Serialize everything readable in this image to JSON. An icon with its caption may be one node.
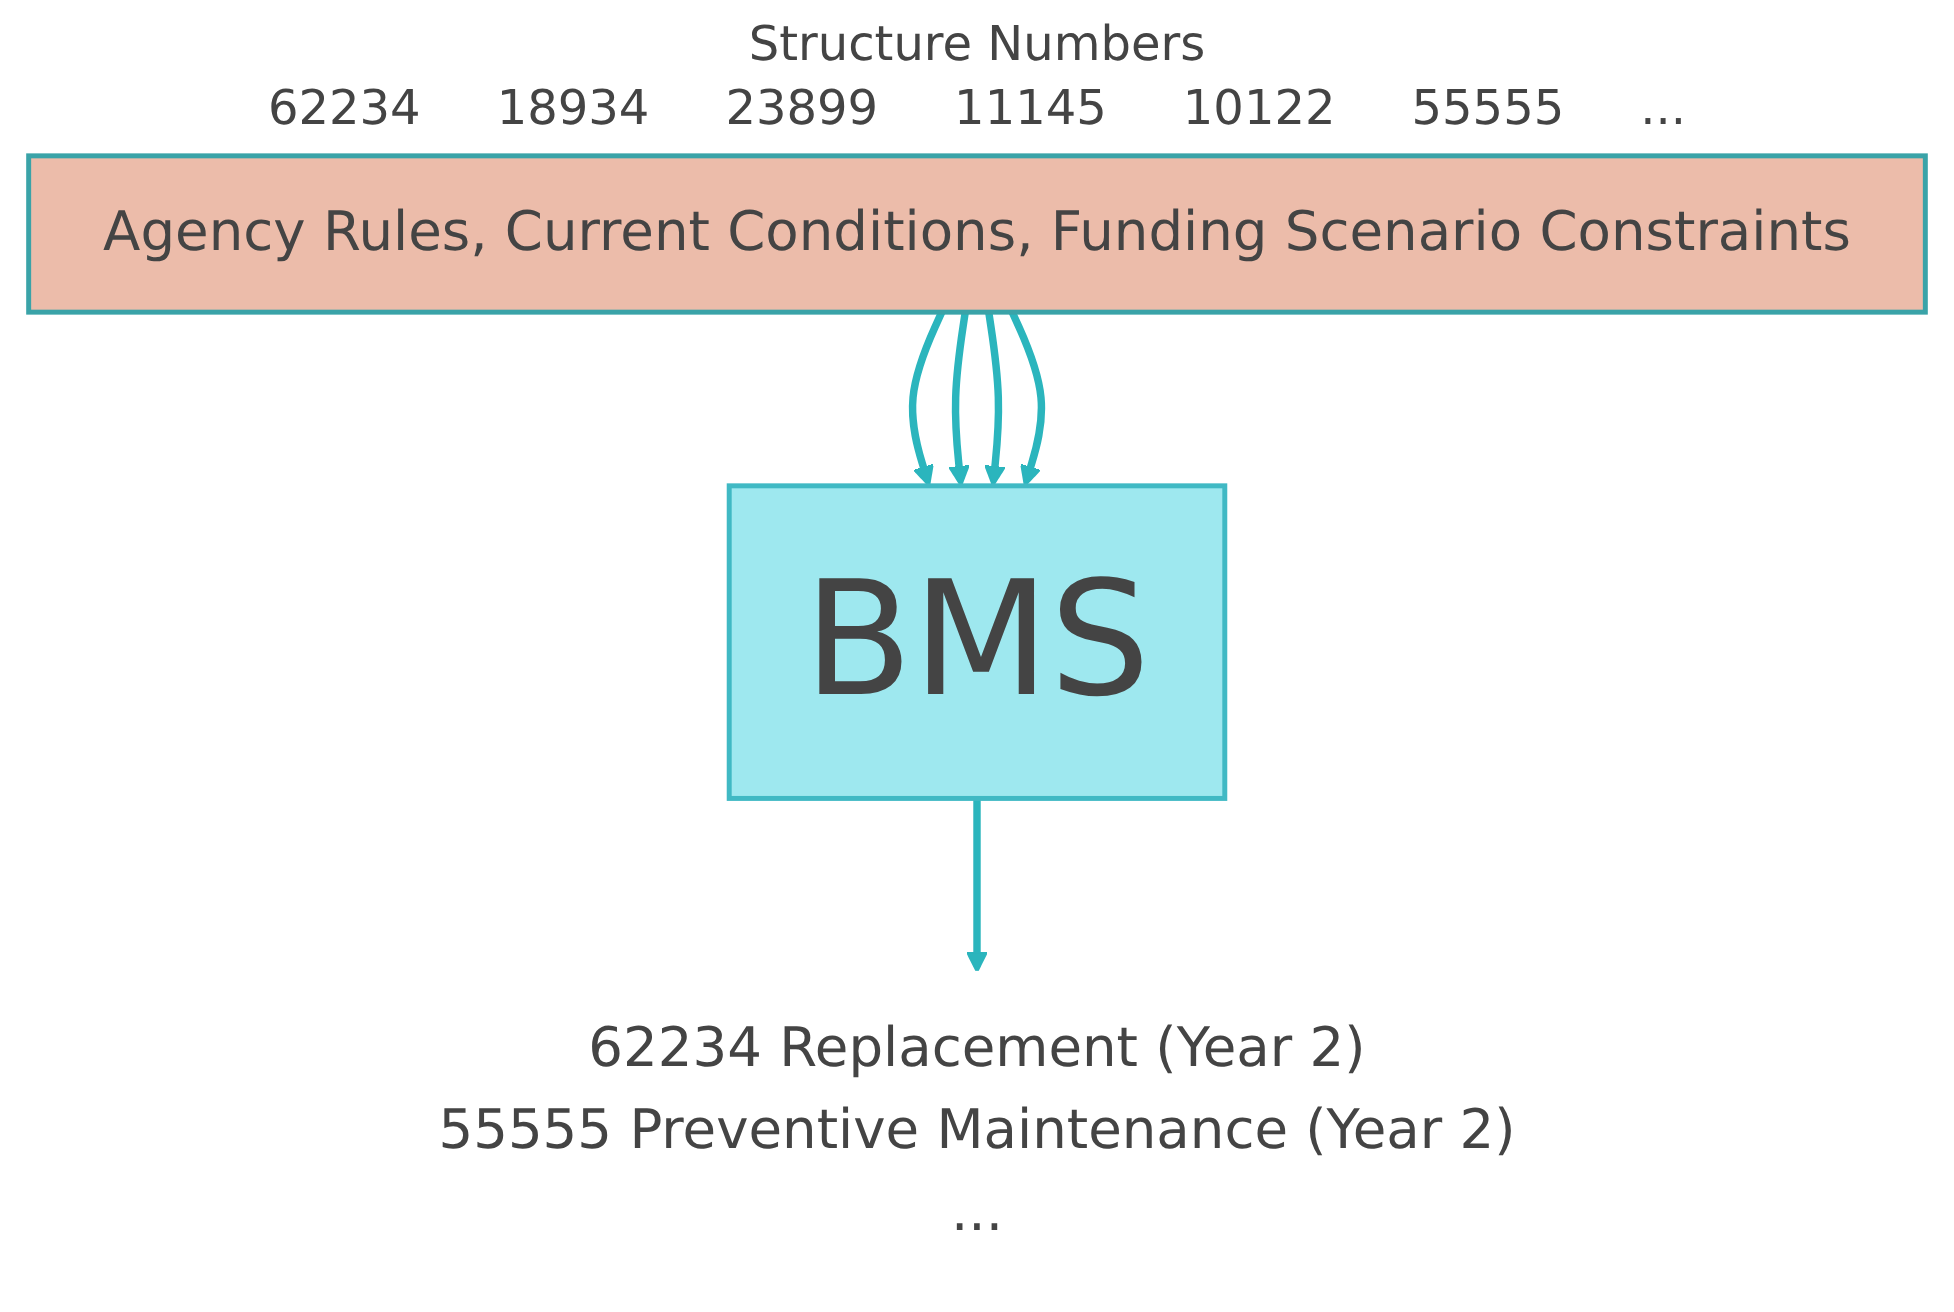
{
  "diagram": {
    "nodes": [
      {
        "text": [
          "Agency Rules, Current Conditions, Funding Scenario Constraints"
        ]
      },
      {
        "text": [
          "BMS"
        ]
      },
      {
        "text": [
          "62234 Replacement (Year 2)",
          "55555 Preventive Maintenance (Year 2)",
          "..."
        ]
      }
    ],
    "edges": [
      {
        "from": 0,
        "to": 1,
        "arrow": "to"
      },
      {
        "from": 0,
        "to": 1,
        "arrow": "to"
      },
      {
        "from": 0,
        "to": 1,
        "arrow": "to"
      },
      {
        "from": 0,
        "to": 1,
        "arrow": "to"
      },
      {
        "from": 1,
        "to": 2,
        "arrow": "to"
      }
    ],
    "labels": [
      "Structure Numbers",
      "62234",
      "18934",
      "23899",
      "11145",
      "10122",
      "55555",
      "..."
    ]
  }
}
